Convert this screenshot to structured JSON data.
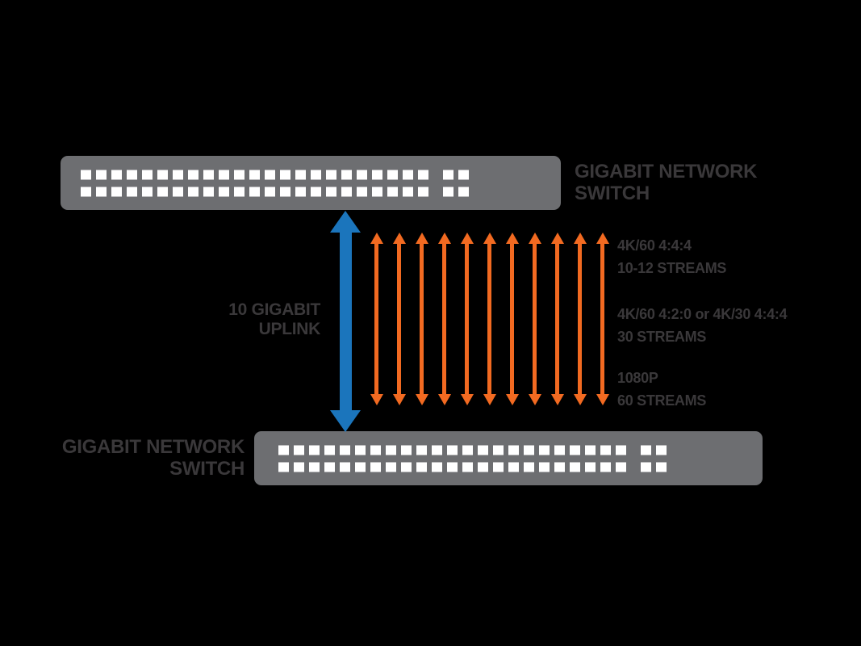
{
  "background": "#000000",
  "colors": {
    "switch_body": "#6d6e71",
    "port": "#ffffff",
    "uplink_arrow": "#1b75bc",
    "stream_arrow": "#f26a21",
    "label_text": "#3a383a"
  },
  "ports": {
    "columns": 25,
    "rows": 2,
    "uplink_separator_after_column": 23
  },
  "top_switch": {
    "label_line1": "GIGABIT NETWORK",
    "label_line2": "SWITCH"
  },
  "bottom_switch": {
    "label_line1": "GIGABIT NETWORK",
    "label_line2": "SWITCH"
  },
  "uplink": {
    "label_line1": "10 GIGABIT",
    "label_line2": "UPLINK"
  },
  "streams": {
    "arrow_count": 11,
    "labels": [
      {
        "line1": "4K/60 4:4:4",
        "line2": "10-12 STREAMS"
      },
      {
        "line1": "4K/60 4:2:0 or 4K/30 4:4:4",
        "line2": "30 STREAMS"
      },
      {
        "line1": "1080P",
        "line2": "60 STREAMS"
      }
    ]
  }
}
